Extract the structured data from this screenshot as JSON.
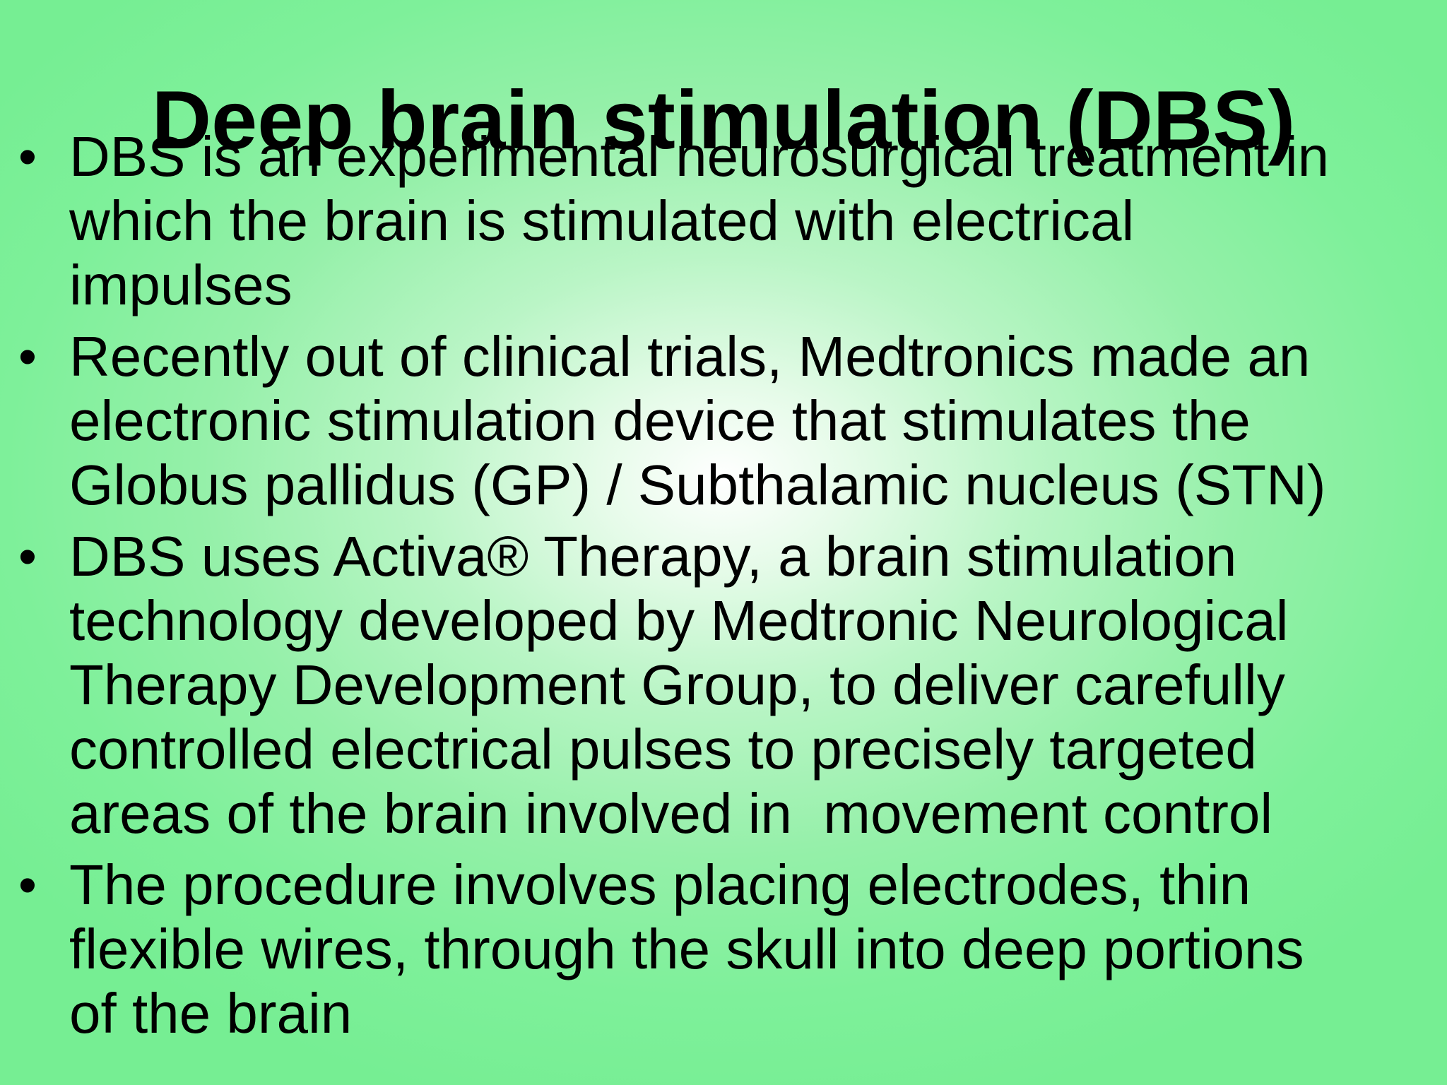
{
  "slide": {
    "title": "Deep brain stimulation (DBS)",
    "bullet_marker": "•",
    "bullets": [
      {
        "lines": [
          "DBS is an experimental neurosurgical treatment in",
          "which the brain is stimulated with electrical",
          "impulses"
        ]
      },
      {
        "lines": [
          "Recently out of clinical trials, Medtronics made an",
          "electronic stimulation device that stimulates the",
          "Globus pallidus (GP) / Subthalamic nucleus (STN)"
        ]
      },
      {
        "lines": [
          "DBS uses Activa® Therapy, a brain stimulation",
          "technology developed by Medtronic Neurological",
          "Therapy Development Group, to deliver carefully",
          "controlled electrical pulses to precisely targeted",
          "areas of the brain involved in  movement control"
        ]
      },
      {
        "lines": [
          "The procedure involves placing electrodes, thin",
          "flexible wires, through the skull into deep portions",
          "of the brain"
        ]
      }
    ]
  },
  "colors": {
    "background_edge": "#76ee93",
    "background_center": "#ffffff",
    "text": "#000000"
  }
}
